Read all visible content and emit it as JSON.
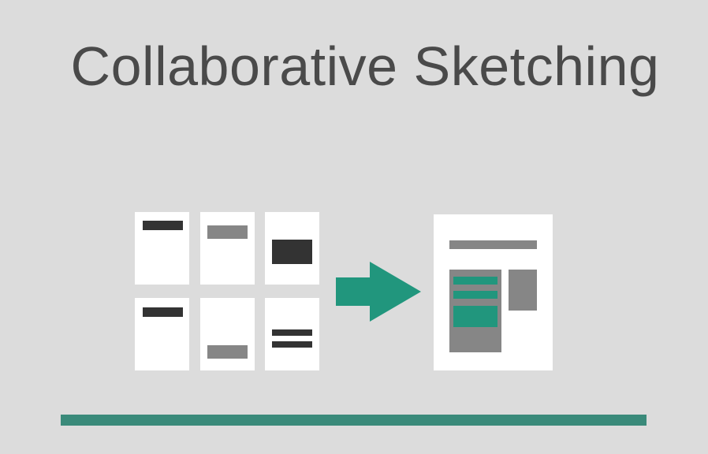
{
  "title": "Collaborative Sketching",
  "colors": {
    "background": "#dcdcdc",
    "title_text": "#4a4a4a",
    "sketch_paper": "#ffffff",
    "dark_block": "#333333",
    "gray_block": "#868686",
    "accent_teal": "#21967d",
    "bottom_bar": "#3a8a7a"
  },
  "sketches": [
    {
      "name": "sketch-1"
    },
    {
      "name": "sketch-2"
    },
    {
      "name": "sketch-3"
    },
    {
      "name": "sketch-4"
    },
    {
      "name": "sketch-5"
    },
    {
      "name": "sketch-6"
    }
  ],
  "arrow_icon": "right-arrow-icon",
  "result": {
    "name": "combined-sketch"
  }
}
